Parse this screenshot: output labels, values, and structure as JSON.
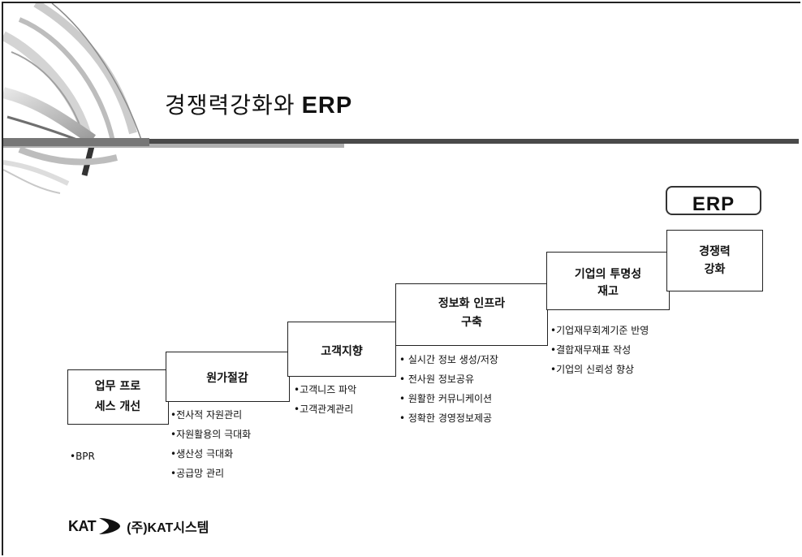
{
  "title": {
    "main": "경쟁력강화와",
    "accent": "ERP"
  },
  "erp_tag": "ERP",
  "steps": [
    {
      "label_lines": [
        "업무 프로",
        "세스 개선"
      ],
      "bullets": [
        "•BPR"
      ]
    },
    {
      "label_lines": [
        "원가절감"
      ],
      "bullets": [
        "•전사적 자원관리",
        "•자원활용의 극대화",
        "•생산성 극대화",
        "•공급망 관리"
      ]
    },
    {
      "label_lines": [
        "고객지향"
      ],
      "bullets": [
        "•고객니즈 파악",
        "•고객관계관리"
      ]
    },
    {
      "label_lines": [
        "정보화 인프라",
        "구축"
      ],
      "bullets": [
        "• 실시간 정보 생성/저장",
        "• 전사원 정보공유",
        "• 원활한 커뮤니케이션",
        "• 정확한 경영정보제공"
      ]
    },
    {
      "label_lines": [
        "기업의 투명성",
        "재고"
      ],
      "bullets": [
        "•기업재무회계기준 반영",
        "•결합재무재표 작성",
        "•기업의 신뢰성 향상"
      ]
    },
    {
      "label_lines": [
        "경쟁력",
        "강화"
      ],
      "bullets": []
    }
  ],
  "logo": {
    "mark": "KAT",
    "company": "(주)KAT시스템"
  }
}
